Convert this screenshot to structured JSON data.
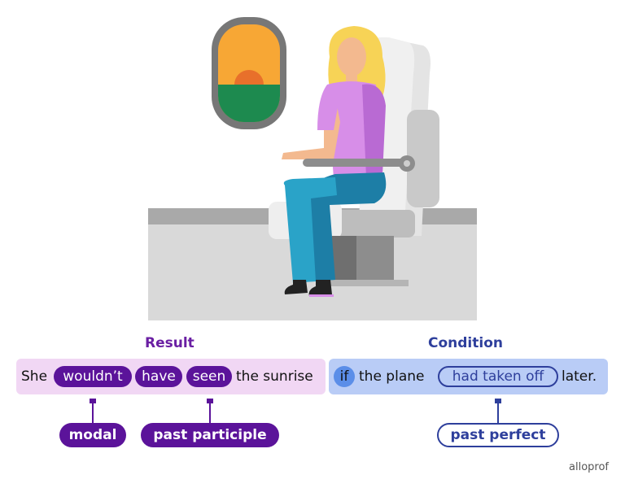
{
  "headings": {
    "result": "Result",
    "condition": "Condition"
  },
  "sentence": {
    "she": "She",
    "wouldnt": "wouldn’t",
    "have": "have",
    "seen": "seen",
    "the_sunrise": "the sunrise",
    "if": "if",
    "the_plane": "the plane",
    "had_taken_off": "had taken off",
    "later": "later."
  },
  "labels": {
    "modal": "modal",
    "past_participle": "past participle",
    "past_perfect": "past perfect"
  },
  "logo": "alloprof",
  "colors": {
    "result_band": "#f1d7f4",
    "condition_band": "#b9ccf6",
    "purple": "#5b139a",
    "blue": "#2e3f9c",
    "if_highlight": "#5b8ee8"
  }
}
